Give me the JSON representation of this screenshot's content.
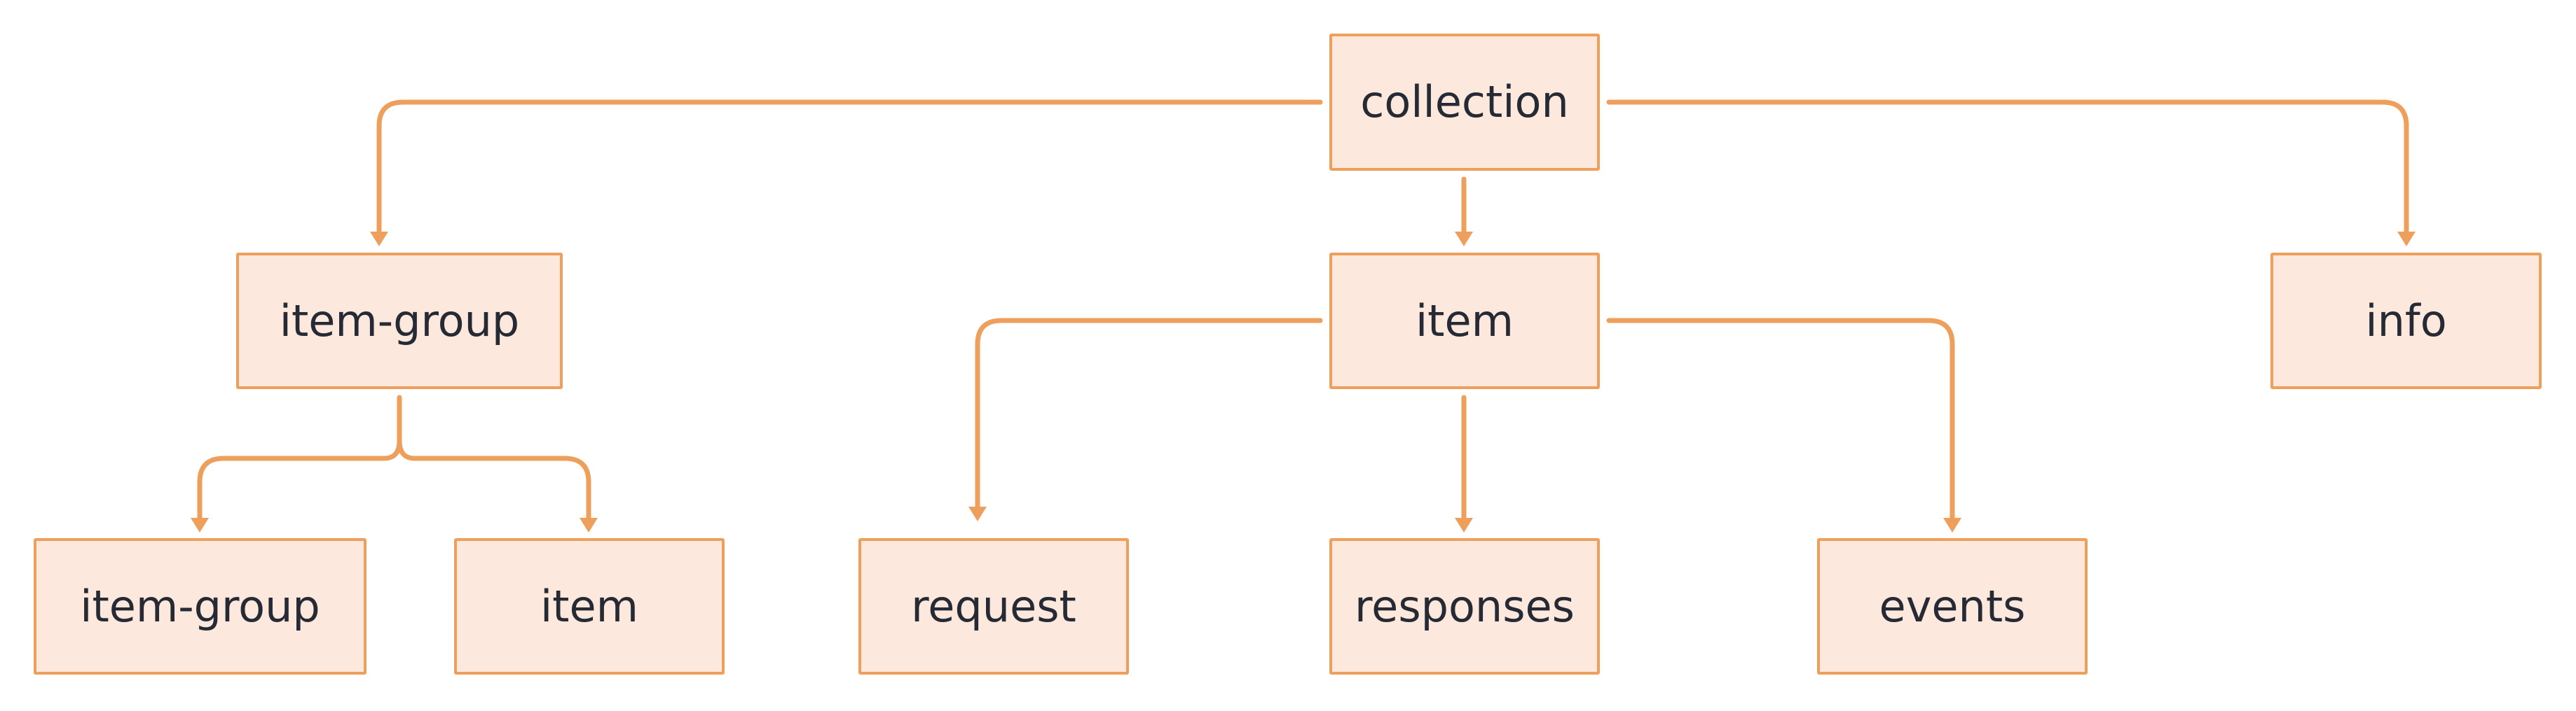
{
  "colors": {
    "node_fill": "#fce8dc",
    "node_border": "#ee9f5c",
    "edge": "#ee9f5c",
    "text": "#252a34"
  },
  "nodes": {
    "collection": "collection",
    "item_group": "item-group",
    "item": "item",
    "info": "info",
    "child_item_group": "item-group",
    "child_item": "item",
    "request": "request",
    "responses": "responses",
    "events": "events"
  },
  "edges": [
    {
      "from": "collection",
      "to": "item-group"
    },
    {
      "from": "collection",
      "to": "item"
    },
    {
      "from": "collection",
      "to": "info"
    },
    {
      "from": "item-group",
      "to": "item-group"
    },
    {
      "from": "item-group",
      "to": "item"
    },
    {
      "from": "item",
      "to": "request"
    },
    {
      "from": "item",
      "to": "responses"
    },
    {
      "from": "item",
      "to": "events"
    }
  ]
}
